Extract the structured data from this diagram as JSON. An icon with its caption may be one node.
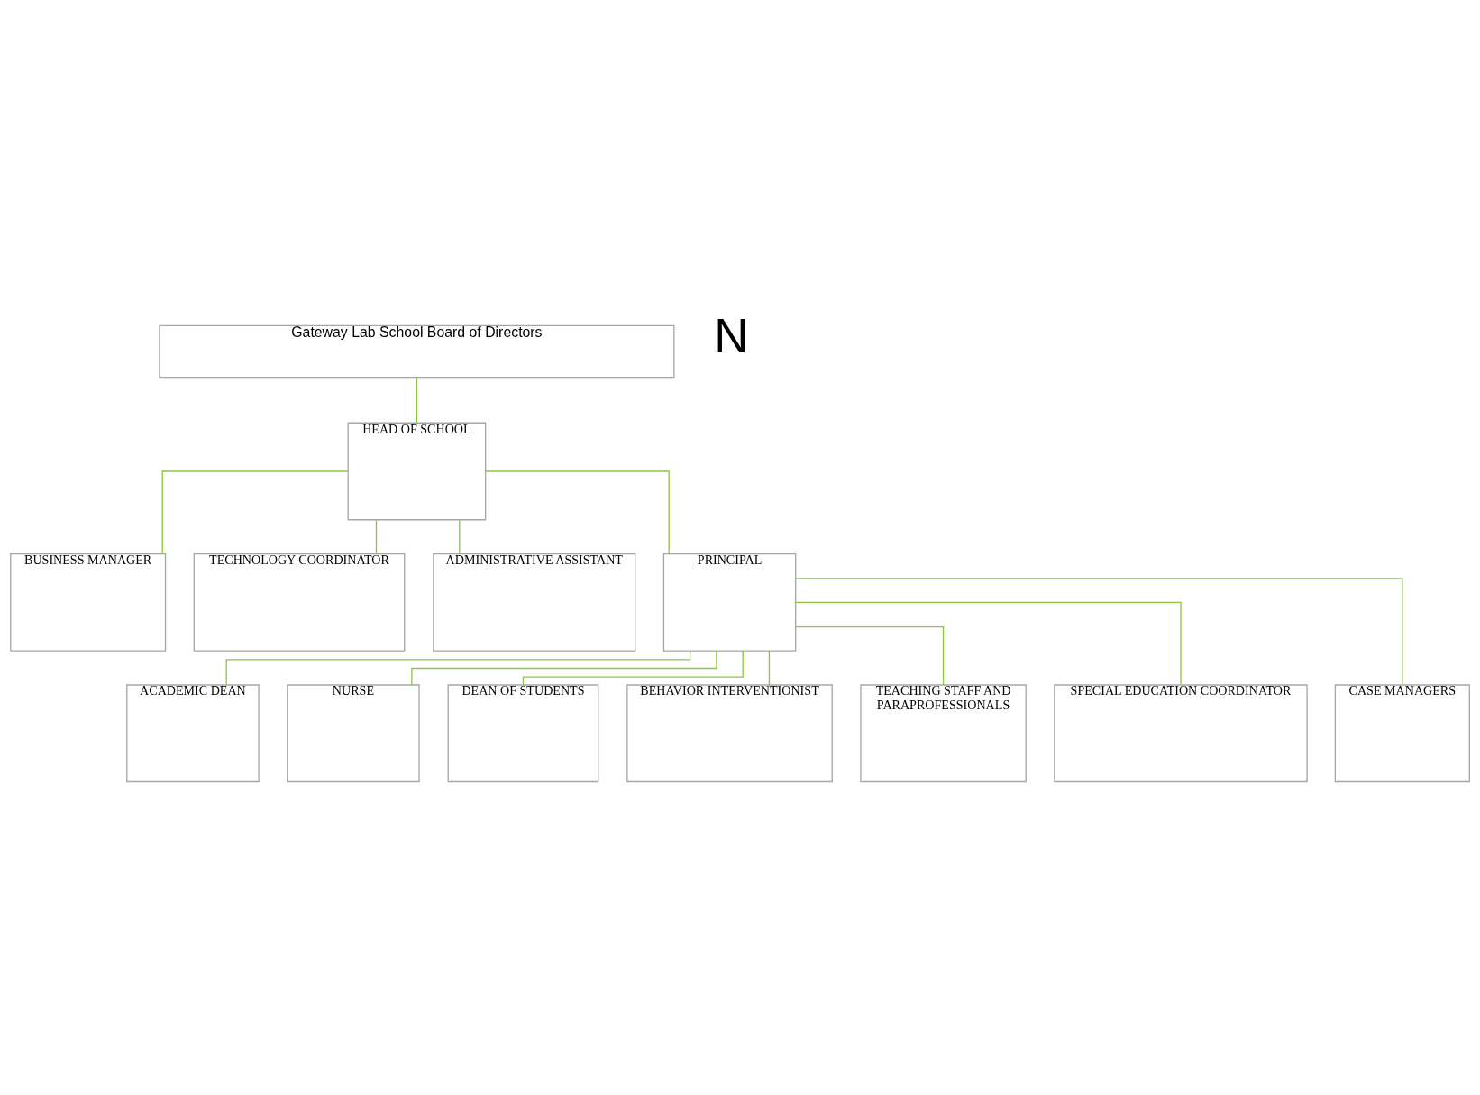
{
  "diagram": {
    "nodes": [
      {
        "text": [
          "Gateway Lab School Board of Directors"
        ]
      },
      {
        "text": [
          "HEAD OF SCHOOL"
        ]
      },
      {
        "text": [
          "BUSINESS MANAGER"
        ]
      },
      {
        "text": [
          "TECHNOLOGY COORDINATOR"
        ]
      },
      {
        "text": [
          "ADMINISTRATIVE ASSISTANT"
        ]
      },
      {
        "text": [
          "ACADEMIC DEAN"
        ]
      },
      {
        "text": [
          "PRINCIPAL"
        ]
      },
      {
        "text": [
          "NURSE"
        ]
      },
      {
        "text": [
          "DEAN OF STUDENTS"
        ]
      },
      {
        "text": [
          "BEHAVIOR INTERVENTIONIST"
        ]
      },
      {
        "text": [
          "TEACHING STAFF AND",
          "PARAPROFESSIONALS"
        ]
      },
      {
        "text": [
          "SPECIAL EDUCATION COORDINATOR"
        ]
      },
      {
        "text": [
          "CASE MANAGERS"
        ]
      }
    ],
    "edges": [
      {
        "from": 0,
        "to": 1,
        "arrow": "none"
      },
      {
        "from": 1,
        "to": 2,
        "arrow": "none"
      },
      {
        "from": 1,
        "to": 3,
        "arrow": "none"
      },
      {
        "from": 1,
        "to": 4,
        "arrow": "none"
      },
      {
        "from": 1,
        "to": 6,
        "arrow": "none"
      },
      {
        "from": 6,
        "to": 5,
        "arrow": "none"
      },
      {
        "from": 6,
        "to": 8,
        "arrow": "none"
      },
      {
        "from": 6,
        "to": 9,
        "arrow": "none"
      },
      {
        "from": 6,
        "to": 10,
        "arrow": "none"
      },
      {
        "from": 6,
        "to": 11,
        "arrow": "none"
      },
      {
        "from": 6,
        "to": 12,
        "arrow": "none"
      },
      {
        "from": 6,
        "to": 7,
        "arrow": "none"
      }
    ],
    "labels": [
      "N"
    ]
  }
}
